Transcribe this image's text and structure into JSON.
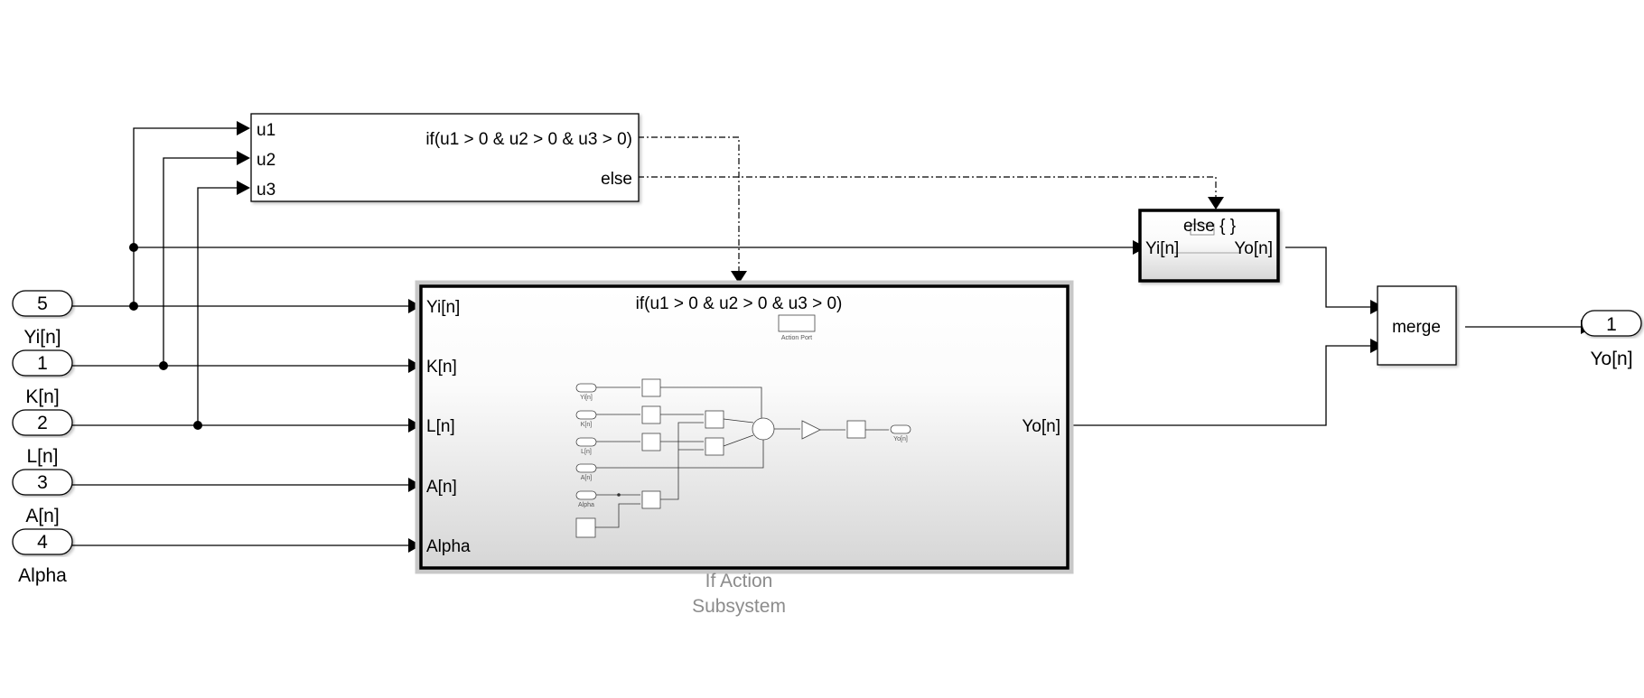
{
  "colors": {
    "line": "#000000",
    "block_fill": "#ffffff",
    "gradient_top": "#ffffff",
    "gradient_bottom": "#d6d6d6",
    "caption_grey": "#8c8c8c",
    "subsystem_halo": "#c8c8c8"
  },
  "inports": [
    {
      "number": "5",
      "label": "Yi[n]"
    },
    {
      "number": "1",
      "label": "K[n]"
    },
    {
      "number": "2",
      "label": "L[n]"
    },
    {
      "number": "3",
      "label": "A[n]"
    },
    {
      "number": "4",
      "label": "Alpha"
    }
  ],
  "if_block": {
    "inputs": [
      "u1",
      "u2",
      "u3"
    ],
    "if_output": "if(u1 > 0 & u2 > 0 & u3 > 0)",
    "else_output": "else"
  },
  "action_subsystem": {
    "header": "if(u1 > 0 & u2 > 0 & u3 > 0)",
    "ports": [
      "Yi[n]",
      "K[n]",
      "L[n]",
      "A[n]",
      "Alpha"
    ],
    "output": "Yo[n]",
    "caption_line1": "If Action",
    "caption_line2": "Subsystem",
    "inner": {
      "action_port_label": "Action Port",
      "inports": [
        "Yi[n]",
        "K[n]",
        "L[n]",
        "A[n]",
        "Alpha"
      ],
      "outport": "Yo[n]"
    }
  },
  "else_subsystem": {
    "header": "else { }",
    "input": "Yi[n]",
    "output": "Yo[n]"
  },
  "merge_block": {
    "label": "merge"
  },
  "outport": {
    "number": "1",
    "label": "Yo[n]"
  }
}
